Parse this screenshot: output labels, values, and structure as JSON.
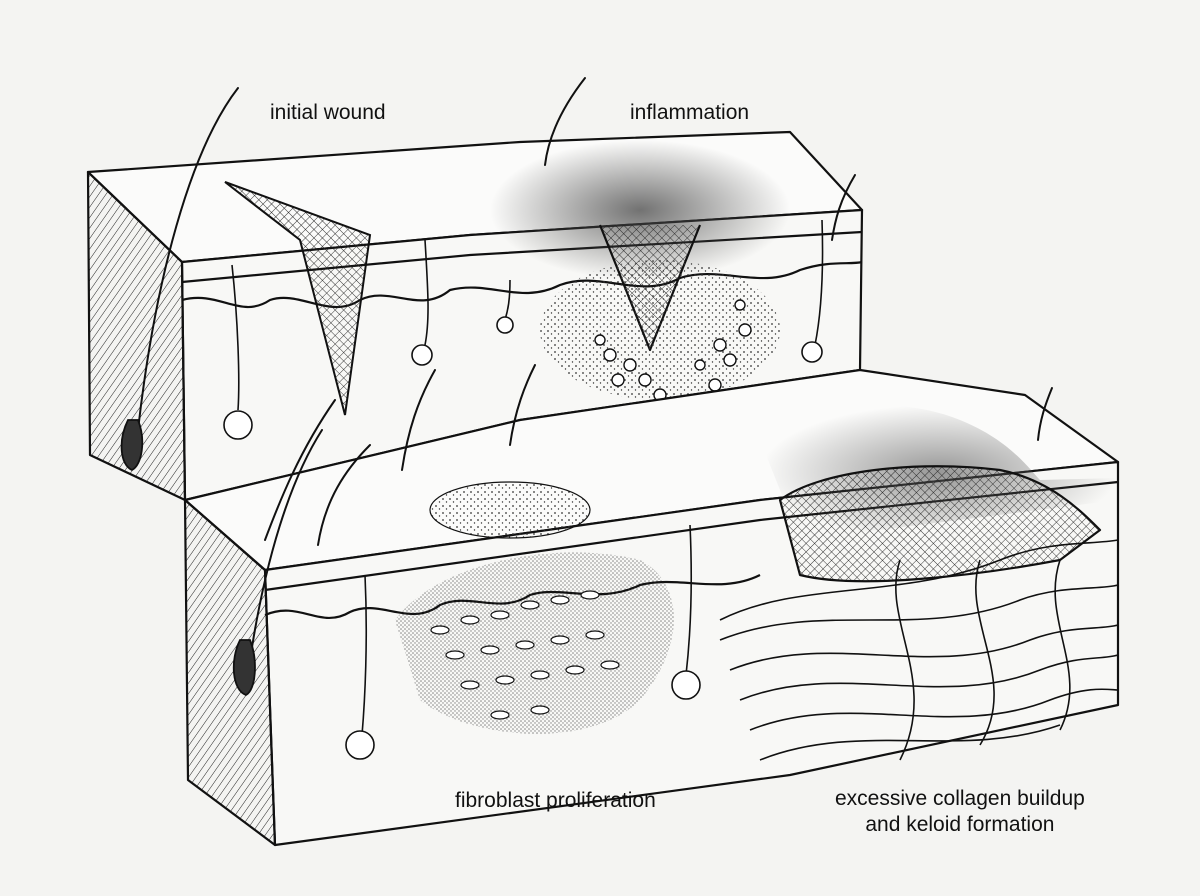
{
  "labels": {
    "initial_wound": "initial wound",
    "inflammation": "inflammation",
    "fibroblast_proliferation": "fibroblast proliferation",
    "keloid_line1": "excessive collagen buildup",
    "keloid_line2": "and keloid formation"
  },
  "colors": {
    "background": "#f4f4f2",
    "ink": "#111111",
    "paper": "#fbfbfa"
  }
}
